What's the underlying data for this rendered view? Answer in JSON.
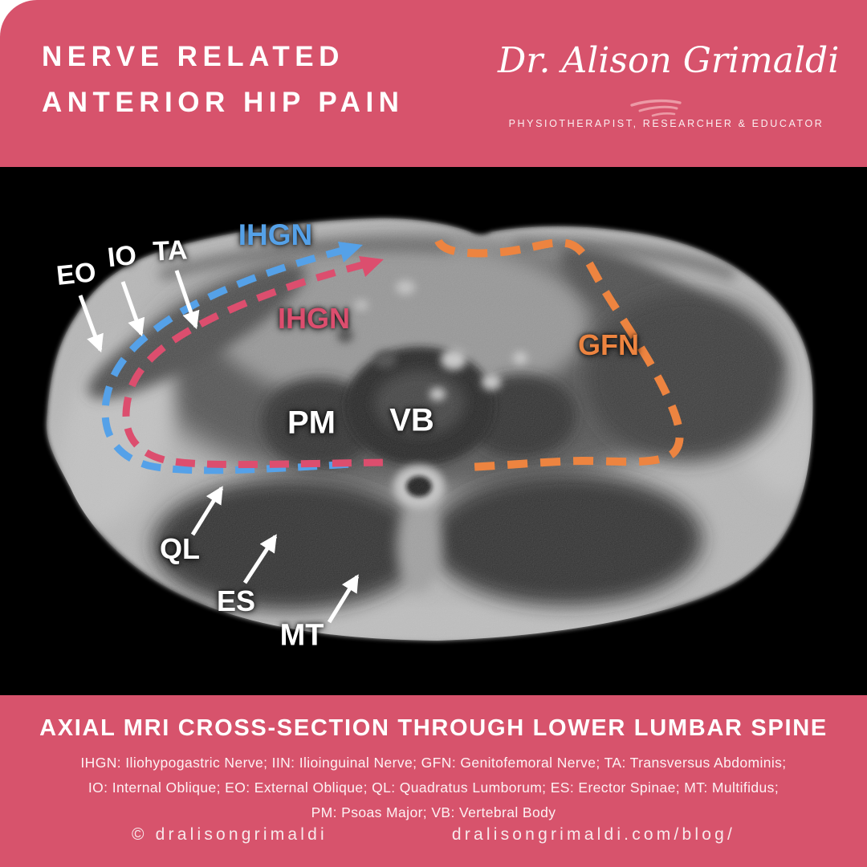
{
  "colors": {
    "background_pink": "#D7536C",
    "mri_black": "#000000",
    "nerve_blue": "#55A1E8",
    "nerve_pink": "#DC4E6E",
    "nerve_orange": "#ED8440",
    "arrow_white": "#FFFFFF",
    "label_white": "#FFFFFF",
    "flourish_pink": "#EC9AA6"
  },
  "header": {
    "title_line1": "NERVE RELATED",
    "title_line2": "ANTERIOR HIP PAIN",
    "logo_name": "Dr. Alison Grimaldi",
    "logo_tagline": "PHYSIOTHERAPIST, RESEARCHER & EDUCATOR"
  },
  "mri": {
    "labels": [
      {
        "id": "eo",
        "text": "EO",
        "color": "#FFFFFF"
      },
      {
        "id": "io",
        "text": "IO",
        "color": "#FFFFFF"
      },
      {
        "id": "ta",
        "text": "TA",
        "color": "#FFFFFF"
      },
      {
        "id": "ihgn-blue",
        "text": "IHGN",
        "color": "#55A1E8"
      },
      {
        "id": "ihgn-pink",
        "text": "IHGN",
        "color": "#DC4E6E"
      },
      {
        "id": "gfn",
        "text": "GFN",
        "color": "#ED8440"
      },
      {
        "id": "pm",
        "text": "PM",
        "color": "#FFFFFF"
      },
      {
        "id": "vb",
        "text": "VB",
        "color": "#FFFFFF"
      },
      {
        "id": "ql",
        "text": "QL",
        "color": "#FFFFFF"
      },
      {
        "id": "es",
        "text": "ES",
        "color": "#FFFFFF"
      },
      {
        "id": "mt",
        "text": "MT",
        "color": "#FFFFFF"
      }
    ]
  },
  "bottom": {
    "heading": "AXIAL MRI CROSS-SECTION THROUGH LOWER LUMBAR SPINE",
    "legend_lines": [
      "IHGN: Iliohypogastric Nerve; IIN: Ilioinguinal Nerve; GFN: Genitofemoral Nerve; TA: Transversus Abdominis;",
      "IO: Internal Oblique; EO: External Oblique; QL: Quadratus Lumborum; ES: Erector Spinae; MT: Multifidus;",
      "PM: Psoas Major; VB: Vertebral Body"
    ],
    "copyright": "© dralisongrimaldi",
    "url": "dralisongrimaldi.com/blog/"
  }
}
